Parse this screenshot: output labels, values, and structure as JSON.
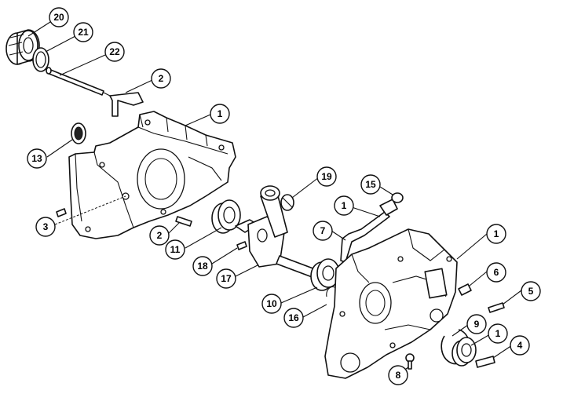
{
  "callouts": [
    {
      "id": "c20",
      "label": "20"
    },
    {
      "id": "c21",
      "label": "21"
    },
    {
      "id": "c22",
      "label": "22"
    },
    {
      "id": "c2a",
      "label": "2"
    },
    {
      "id": "c1a",
      "label": "1"
    },
    {
      "id": "c13",
      "label": "13"
    },
    {
      "id": "c19",
      "label": "19"
    },
    {
      "id": "c15",
      "label": "15"
    },
    {
      "id": "c1b",
      "label": "1"
    },
    {
      "id": "c3",
      "label": "3"
    },
    {
      "id": "c2b",
      "label": "2"
    },
    {
      "id": "c7",
      "label": "7"
    },
    {
      "id": "c11",
      "label": "11"
    },
    {
      "id": "c1c",
      "label": "1"
    },
    {
      "id": "c18",
      "label": "18"
    },
    {
      "id": "c6",
      "label": "6"
    },
    {
      "id": "c17",
      "label": "17"
    },
    {
      "id": "c5",
      "label": "5"
    },
    {
      "id": "c10",
      "label": "10"
    },
    {
      "id": "c16",
      "label": "16"
    },
    {
      "id": "c9",
      "label": "9"
    },
    {
      "id": "c1d",
      "label": "1"
    },
    {
      "id": "c4",
      "label": "4"
    },
    {
      "id": "c8",
      "label": "8"
    }
  ]
}
